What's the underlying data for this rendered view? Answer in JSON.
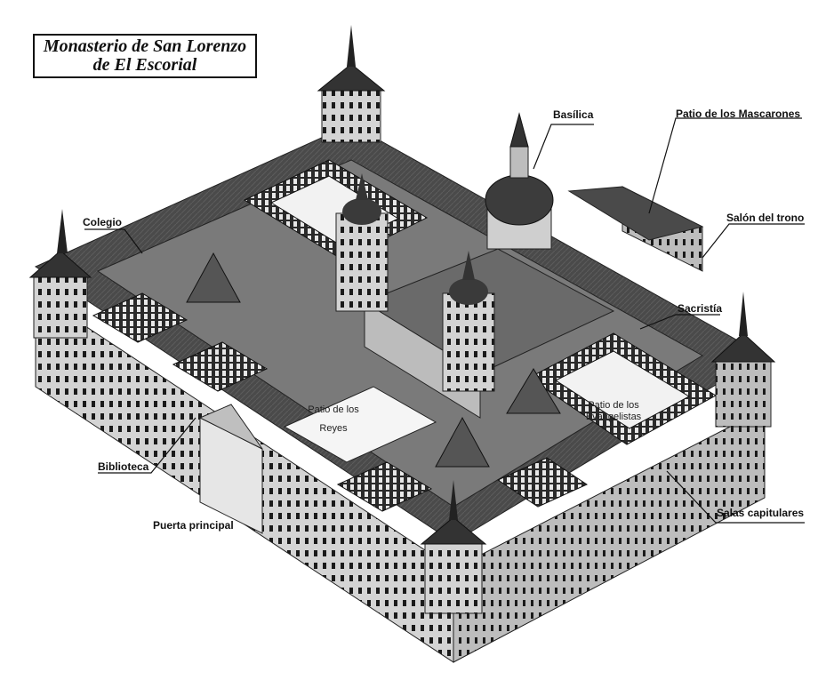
{
  "title": {
    "line1": "Monasterio de San Lorenzo",
    "line2": "de El Escorial"
  },
  "labels": {
    "basilica": "Basílica",
    "patio_mascarones": "Patio de los Mascarones",
    "colegio": "Colegio",
    "salon_trono": "Salón del trono",
    "sacristia": "Sacristía",
    "biblioteca": "Biblioteca",
    "puerta_principal": "Puerta principal",
    "salas_capitulares": "Salas capitulares"
  },
  "inner_labels": {
    "patio_reyes_1": "Patio de los",
    "patio_reyes_2": "Reyes",
    "patio_evangelistas_1": "Patio de los",
    "patio_evangelistas_2": "Evangelistas"
  },
  "colors": {
    "roof_light": "#8c8c8c",
    "roof_dark": "#3a3a3a",
    "wall": "#d9d9d9",
    "window": "#1a1a1a",
    "leader": "#111111"
  }
}
